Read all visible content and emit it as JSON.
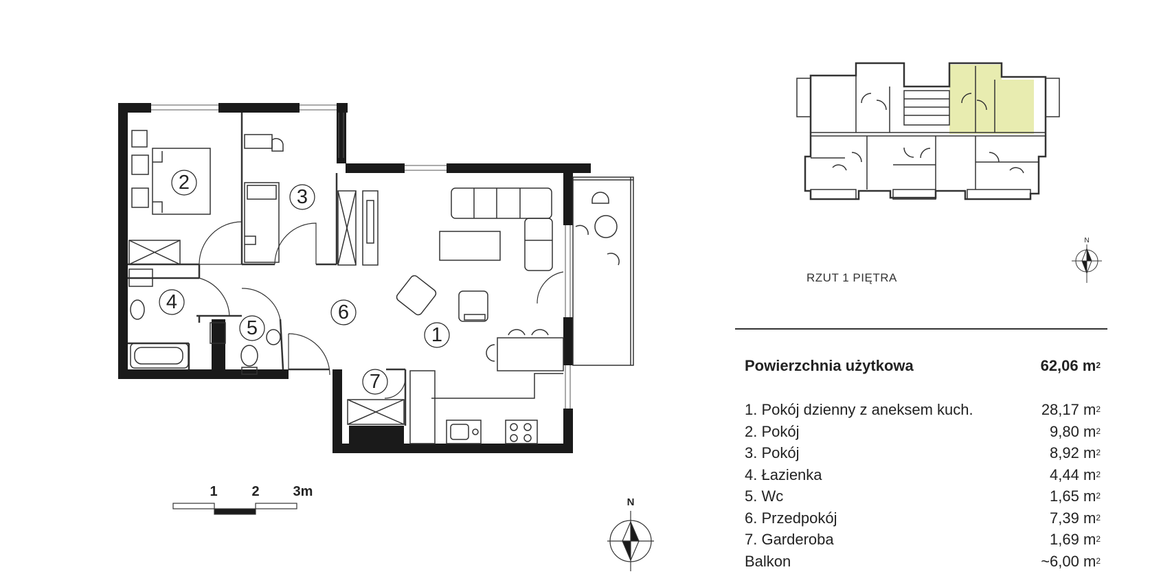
{
  "floor_label": "RZUT 1 PIĘTRA",
  "rooms": {
    "r1": "1",
    "r2": "2",
    "r3": "3",
    "r4": "4",
    "r5": "5",
    "r6": "6",
    "r7": "7"
  },
  "scale": {
    "l1": "1",
    "l2": "2",
    "l3": "3m"
  },
  "compass": {
    "label": "N"
  },
  "area": {
    "total_label": "Powierzchnia użytkowa",
    "total_value": "62,06 m",
    "unit_sup": "2",
    "items": [
      {
        "label": "1. Pokój dzienny z aneksem kuch.",
        "value": "28,17 m"
      },
      {
        "label": "2. Pokój",
        "value": "9,80 m"
      },
      {
        "label": "3. Pokój",
        "value": "8,92 m"
      },
      {
        "label": "4. Łazienka",
        "value": "4,44 m"
      },
      {
        "label": "5. Wc",
        "value": "1,65 m"
      },
      {
        "label": "6. Przedpokój",
        "value": "7,39 m"
      },
      {
        "label": "7. Garderoba",
        "value": "1,69 m"
      },
      {
        "label": "Balkon",
        "value": "~6,00 m"
      }
    ]
  },
  "colors": {
    "wall": "#1a1a1a",
    "line": "#333333",
    "highlight": "#e8ecb0"
  }
}
